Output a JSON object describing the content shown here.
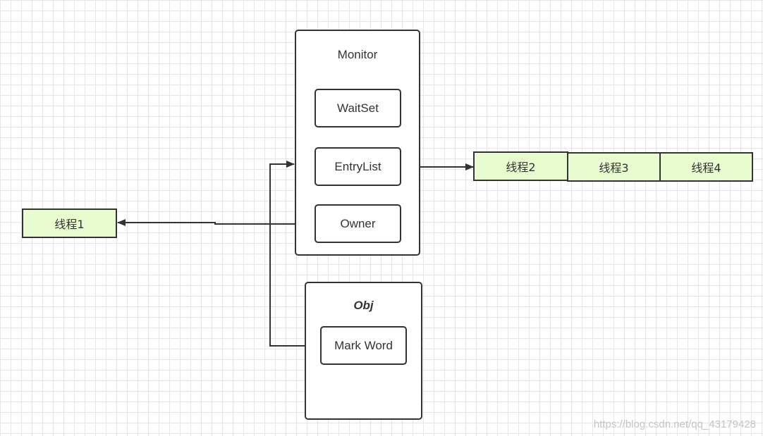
{
  "monitor": {
    "title": "Monitor",
    "waitset": "WaitSet",
    "entrylist": "EntryList",
    "owner": "Owner"
  },
  "obj": {
    "title": "Obj",
    "markword": "Mark Word"
  },
  "threads": {
    "t1": "线程1",
    "t2": "线程2",
    "t3": "线程3",
    "t4": "线程4"
  },
  "colors": {
    "thread_fill": "#e8fccf",
    "stroke": "#333333",
    "grid": "#e6e6e6"
  },
  "watermark": "https://blog.csdn.net/qq_43179428"
}
